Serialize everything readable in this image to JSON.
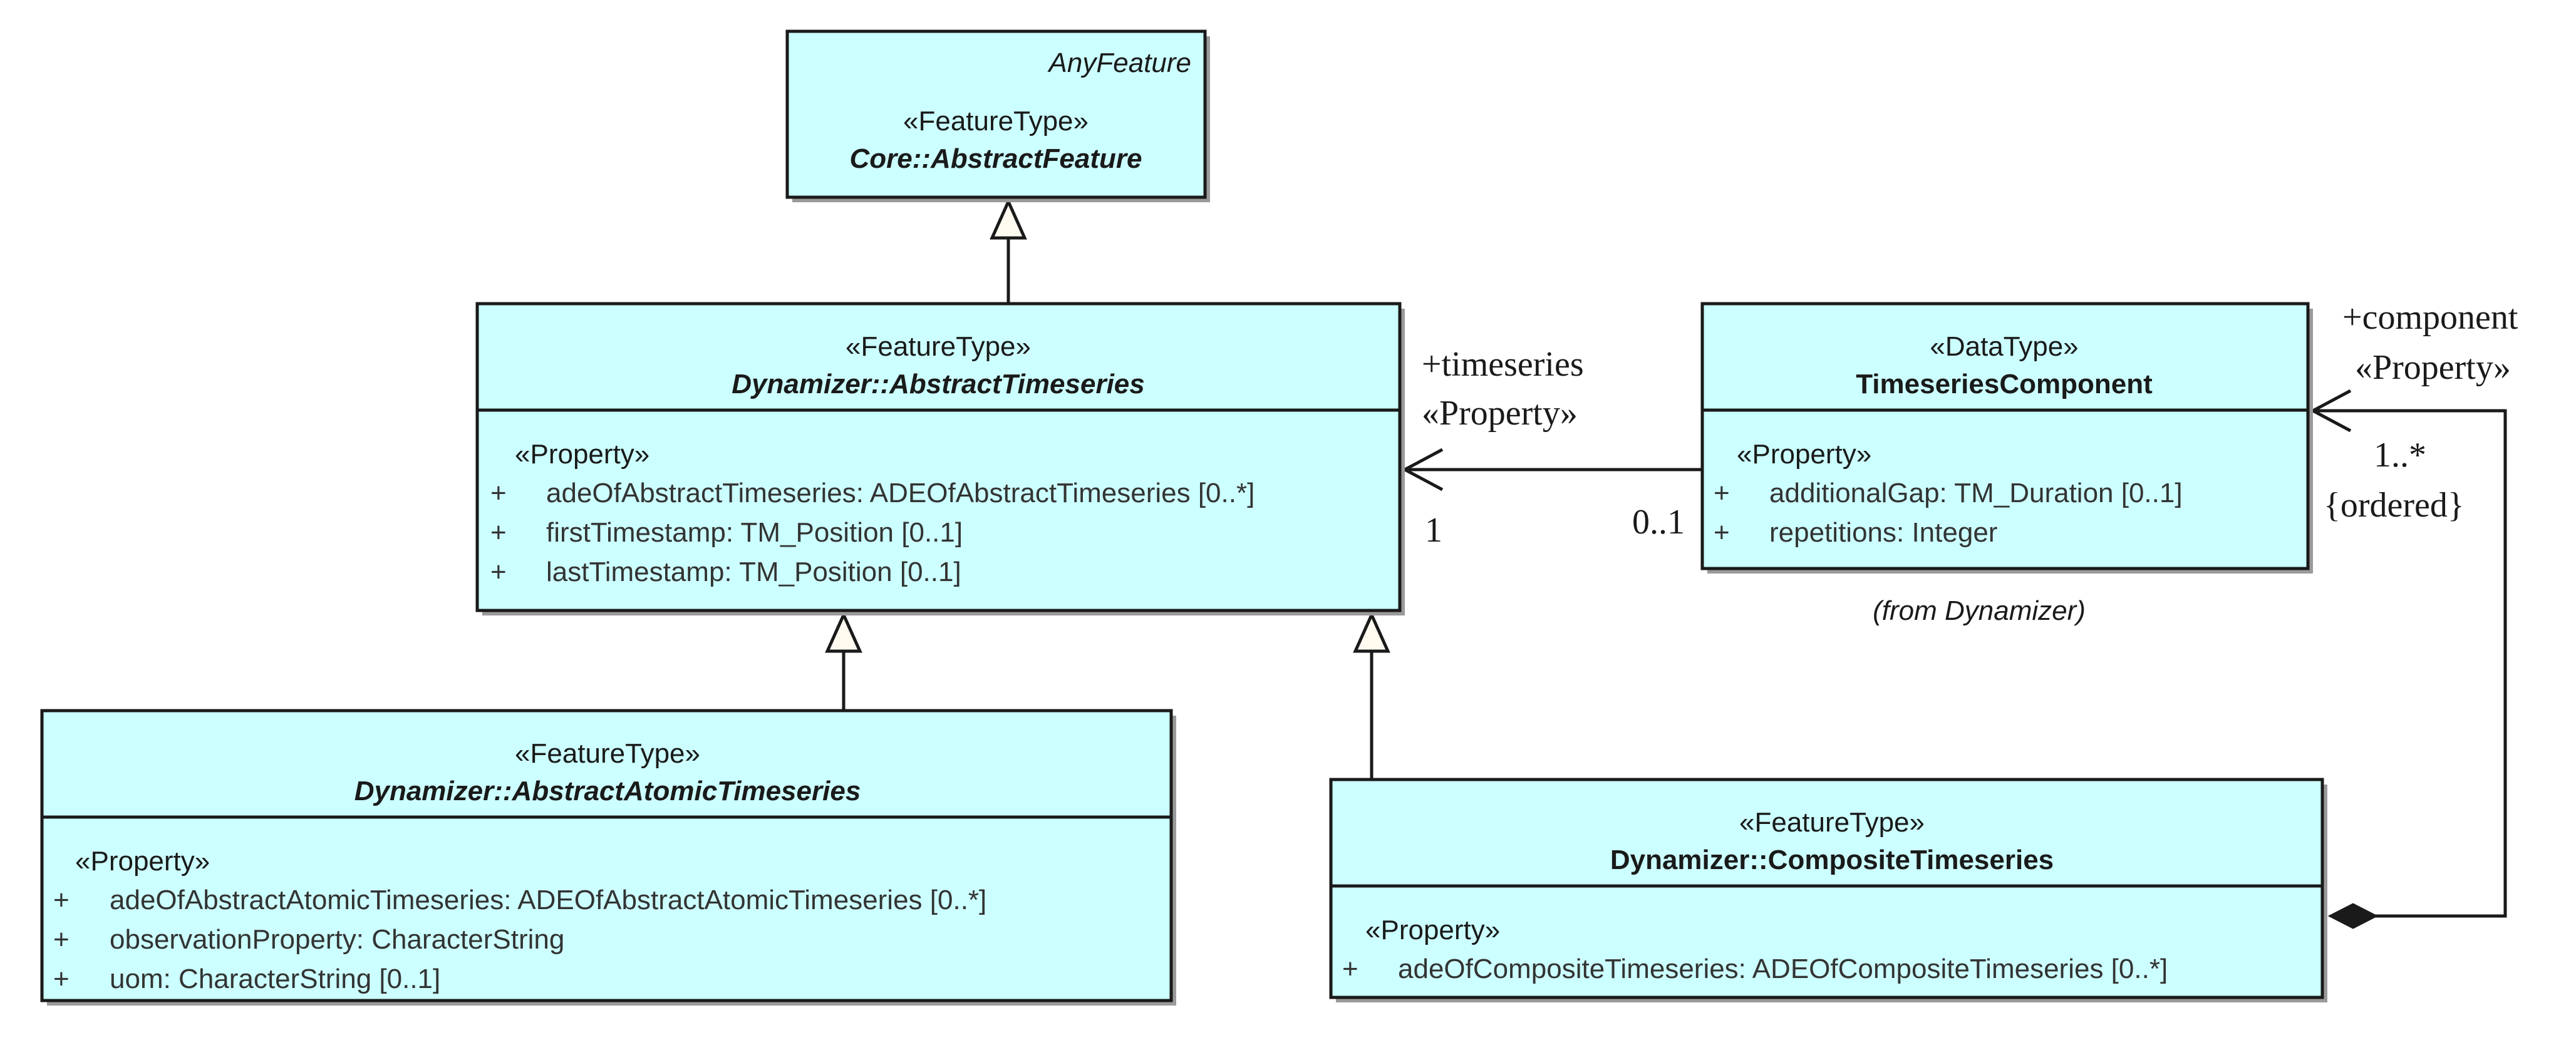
{
  "classes": {
    "any_feature": {
      "tag": "AnyFeature",
      "stereotype": "«FeatureType»",
      "name": "Core::AbstractFeature"
    },
    "abstract_timeseries": {
      "stereotype": "«FeatureType»",
      "name": "Dynamizer::AbstractTimeseries",
      "section": "«Property»",
      "attributes": [
        {
          "vis": "+",
          "text": "adeOfAbstractTimeseries: ADEOfAbstractTimeseries [0..*]"
        },
        {
          "vis": "+",
          "text": "firstTimestamp: TM_Position [0..1]"
        },
        {
          "vis": "+",
          "text": "lastTimestamp: TM_Position [0..1]"
        }
      ]
    },
    "timeseries_component": {
      "stereotype": "«DataType»",
      "name": "TimeseriesComponent",
      "section": "«Property»",
      "attributes": [
        {
          "vis": "+",
          "text": "additionalGap: TM_Duration [0..1]"
        },
        {
          "vis": "+",
          "text": "repetitions: Integer"
        }
      ],
      "package_note": "(from Dynamizer)"
    },
    "abstract_atomic_timeseries": {
      "stereotype": "«FeatureType»",
      "name": "Dynamizer::AbstractAtomicTimeseries",
      "section": "«Property»",
      "attributes": [
        {
          "vis": "+",
          "text": "adeOfAbstractAtomicTimeseries: ADEOfAbstractAtomicTimeseries [0..*]"
        },
        {
          "vis": "+",
          "text": "observationProperty: CharacterString"
        },
        {
          "vis": "+",
          "text": "uom: CharacterString [0..1]"
        }
      ]
    },
    "composite_timeseries": {
      "stereotype": "«FeatureType»",
      "name": "Dynamizer::CompositeTimeseries",
      "section": "«Property»",
      "attributes": [
        {
          "vis": "+",
          "text": "adeOfCompositeTimeseries: ADEOfCompositeTimeseries [0..*]"
        }
      ]
    }
  },
  "associations": {
    "timeseries": {
      "role": "+timeseries",
      "stereotype": "«Property»",
      "target_multiplicity": "1",
      "source_multiplicity": "0..1"
    },
    "component": {
      "role": "+component",
      "stereotype": "«Property»",
      "multiplicity": "1..*",
      "constraint": "{ordered}"
    }
  }
}
